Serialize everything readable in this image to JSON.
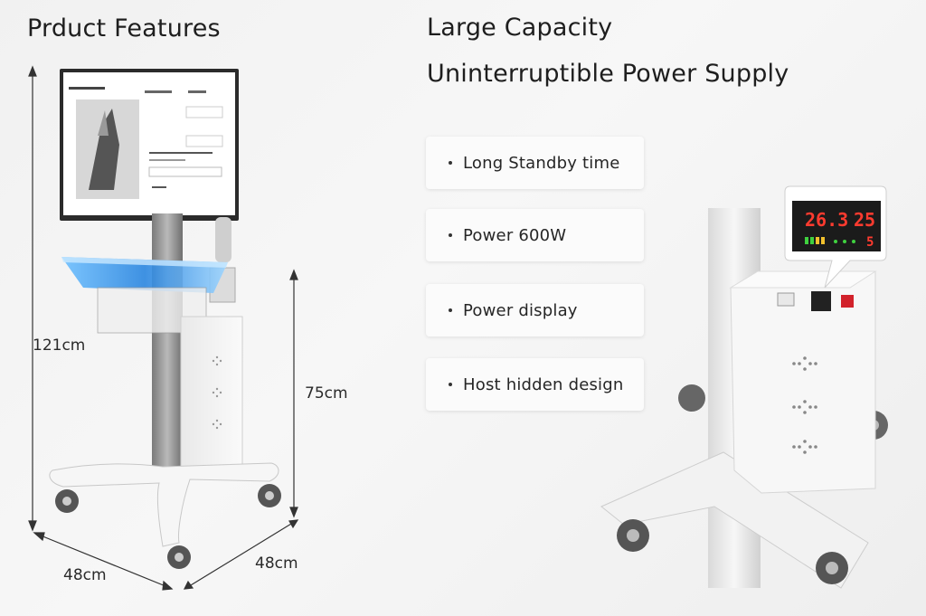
{
  "left_panel": {
    "title": "Prduct Features",
    "dimensions": {
      "height_total": "121cm",
      "height_base": "75cm",
      "depth": "48cm",
      "width": "48cm"
    }
  },
  "right_panel": {
    "title_line1": "Large Capacity",
    "title_line2": "Uninterruptible Power Supply",
    "features": [
      {
        "label": "Long Standby time"
      },
      {
        "label": "Power 600W"
      },
      {
        "label": "Power display"
      },
      {
        "label": "Host hidden design"
      }
    ],
    "display_readout": {
      "input": "26.3",
      "output": "25",
      "level": "5"
    }
  },
  "colors": {
    "text": "#1e1e1e",
    "led_red": "#ff3b2f",
    "tray_blue": "#4aa6ff"
  }
}
